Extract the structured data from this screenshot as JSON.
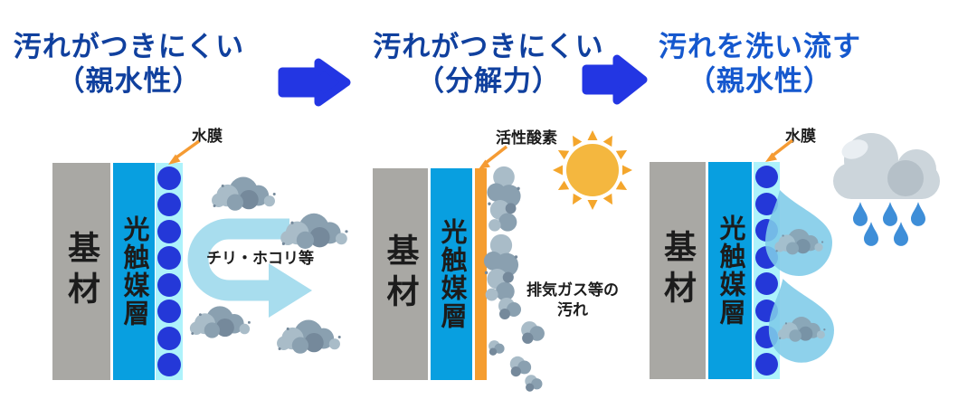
{
  "diagram_title": "photocatalyst self-cleaning process",
  "colors": {
    "title_blue": "#10409e",
    "title_blue_bright": "#1558ce",
    "arrow_blue": "#2336e3",
    "base_gray": "#a9a8a4",
    "photocatalyst_blue": "#089fe0",
    "water_film_cyan": "#adf2fb",
    "water_dot_blue": "#2438d8",
    "active_oxygen_orange": "#f59d30",
    "pointer_orange": "#f59b33",
    "sun_body": "#f4b73f",
    "sun_ray": "#f4a62c",
    "dust_main": "#8aa0b0",
    "dust_light": "#a9bcc8",
    "dust_dark": "#75899b",
    "uturn_blue": "#a8ddee",
    "droplet_blue": "#7ecbe8",
    "cloud_light": "#ccd5db",
    "cloud_dark": "#b5c0c8",
    "cloud_highlight": "#e9eef2",
    "raindrop_blue": "#3e8ed8",
    "text_black": "#1c1c1c"
  },
  "steps": [
    {
      "title_line1": "汚れがつきにくい",
      "title_line2": "（親水性）",
      "layer_base": "基材",
      "layer_photocatalyst": "光触媒層",
      "film_label": "水膜",
      "dirt_label": "チリ・ホコリ等"
    },
    {
      "title_line1": "汚れがつきにくい",
      "title_line2": "（分解力）",
      "layer_base": "基材",
      "layer_photocatalyst": "光触媒層",
      "film_label": "活性酸素",
      "dirt_label_line1": "排気ガス等の",
      "dirt_label_line2": "汚れ"
    },
    {
      "title_line1": "汚れを洗い流す",
      "title_line2": "（親水性）",
      "layer_base": "基材",
      "layer_photocatalyst": "光触媒層",
      "film_label": "水膜"
    }
  ]
}
